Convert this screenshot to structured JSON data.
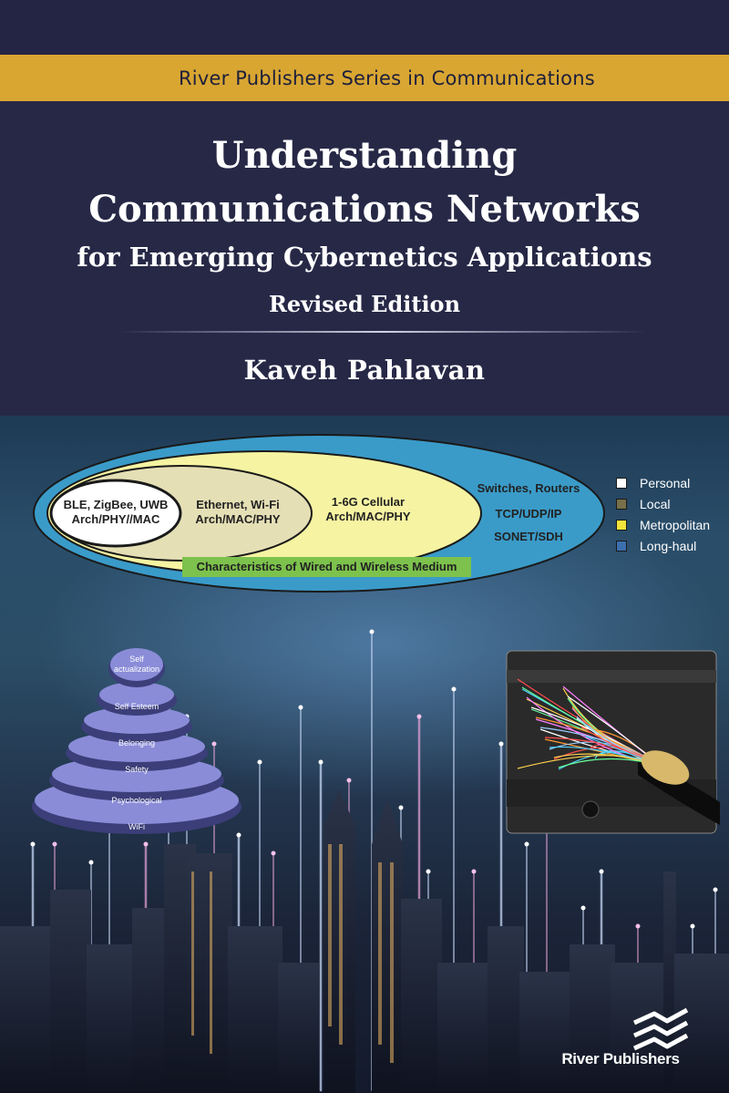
{
  "cover": {
    "series": "River Publishers Series in Communications",
    "title_line1": "Understanding",
    "title_line2": "Communications Networks",
    "subtitle": "for Emerging Cybernetics Applications",
    "edition": "Revised Edition",
    "author": "Kaveh Pahlavan",
    "publisher": "River Publishers"
  },
  "diagram": {
    "personal": [
      "BLE, ZigBee, UWB",
      "Arch/PHY//MAC"
    ],
    "local": [
      "Ethernet, Wi-Fi",
      "Arch/MAC/PHY"
    ],
    "metro": [
      "1-6G Cellular",
      "Arch/MAC/PHY"
    ],
    "longhaul": [
      "Switches, Routers",
      "TCP/UDP/IP",
      "SONET/SDH"
    ],
    "medium": "Characteristics of Wired and Wireless Medium",
    "legend": [
      {
        "label": "Personal",
        "color": "#ffffff"
      },
      {
        "label": "Local",
        "color": "#77704a"
      },
      {
        "label": "Metropolitan",
        "color": "#f3e33a"
      },
      {
        "label": "Long-haul",
        "color": "#3b6fae"
      }
    ]
  },
  "pyramid": [
    "Self actualization",
    "Self Esteem",
    "Belonging",
    "Safety",
    "Psychological",
    "WiFi"
  ],
  "colors": {
    "navy": "#262846",
    "gold": "#d9a632",
    "longhaul_blue": "#3a9bc9",
    "metro_yellow": "#f6f4a2",
    "local_tan": "#e5dfb5",
    "medium_green": "#7cc24c",
    "pyramid_purple": "#8a8cd8"
  }
}
